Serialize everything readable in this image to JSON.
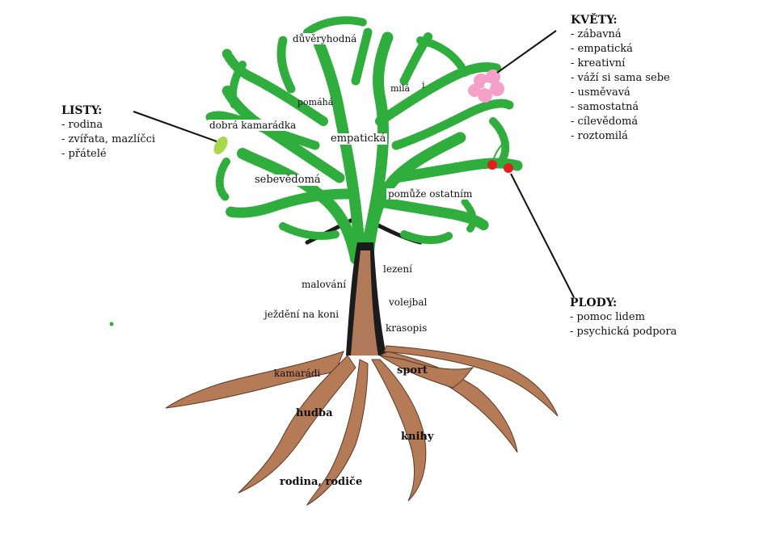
{
  "tree": {
    "crown_labels": {
      "duveryhodna": "důvěryhodná",
      "pomaha": "pomáhá",
      "mila": "milá",
      "i_mark": "i",
      "dobra_kamaradka": "dobrá kamarádka",
      "empaticka": "empatická",
      "sebevedoma": "sebevědomá",
      "pomuze_ostatnim": "pomůže ostatním"
    },
    "trunk_labels": {
      "lezeni": "lezení",
      "malovani": "malování",
      "volejbal": "volejbal",
      "jezdeni_na_koni": "ježdění na koni",
      "krasopis": "krasopis"
    },
    "root_labels": {
      "kamaradi": "kamarádi",
      "sport": "sport",
      "hudba": "hudba",
      "knihy": "knihy",
      "rodina_rodice": "rodina, rodiče"
    }
  },
  "legend_listy": {
    "title": "LISTY:",
    "items": [
      "rodina",
      "zvířata, mazlíčci",
      "přátelé"
    ]
  },
  "legend_kvety": {
    "title": "KVĚTY:",
    "items": [
      "zábavná",
      "empatická",
      "kreativní",
      "váží si sama sebe",
      "usměvavá",
      "samostatná",
      "cílevědomá",
      "roztomilá"
    ]
  },
  "legend_plody": {
    "title": "PLODY:",
    "items": [
      "pomoc lidem",
      "psychická podpora"
    ]
  },
  "colors": {
    "leaf_green": "#2fae3e",
    "branch_dark": "#1b1b1b",
    "root_brown": "#b57a56",
    "trunk_brown": "#b07a5a",
    "flower_pink": "#f5a0c8",
    "fruit_red": "#e02020",
    "leaf_lime": "#a8d84a"
  }
}
